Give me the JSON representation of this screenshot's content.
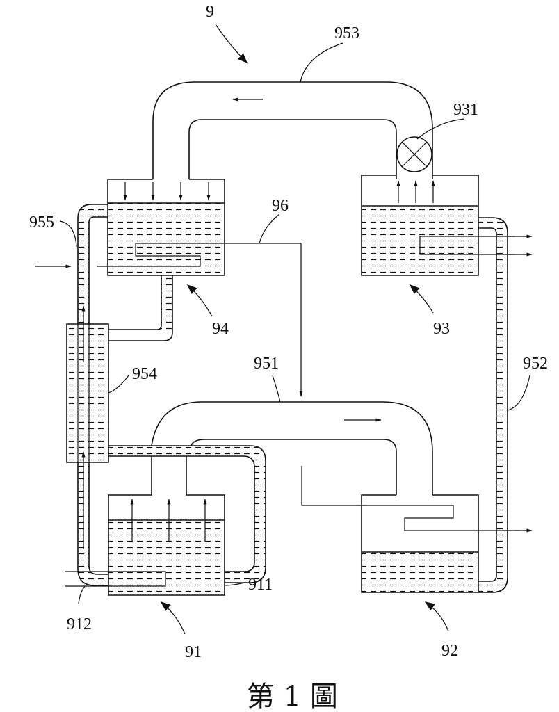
{
  "figure": {
    "caption": "第 1 圖",
    "assembly_label": "9"
  },
  "labels": {
    "l9": "9",
    "l953": "953",
    "l931": "931",
    "l96": "96",
    "l955": "955",
    "l94": "94",
    "l93": "93",
    "l951": "951",
    "l954": "954",
    "l952": "952",
    "l911": "911",
    "l912": "912",
    "l91": "91",
    "l92": "92"
  },
  "components": [
    {
      "ref": "91",
      "type": "tank-bottom-left"
    },
    {
      "ref": "911",
      "type": "tank-91-wall"
    },
    {
      "ref": "912",
      "type": "inlet-pipe"
    },
    {
      "ref": "92",
      "type": "tank-bottom-right"
    },
    {
      "ref": "93",
      "type": "tank-top-right"
    },
    {
      "ref": "931",
      "type": "valve"
    },
    {
      "ref": "94",
      "type": "tank-top-left"
    },
    {
      "ref": "951",
      "type": "vapor-duct-91-to-92"
    },
    {
      "ref": "952",
      "type": "liquid-return-92-to-93"
    },
    {
      "ref": "953",
      "type": "vapor-duct-93-to-94"
    },
    {
      "ref": "954",
      "type": "heat-exchanger"
    },
    {
      "ref": "955",
      "type": "liquid-return-94"
    },
    {
      "ref": "96",
      "type": "coil-line"
    }
  ],
  "colors": {
    "ink": "#111111",
    "paper": "#ffffff"
  }
}
